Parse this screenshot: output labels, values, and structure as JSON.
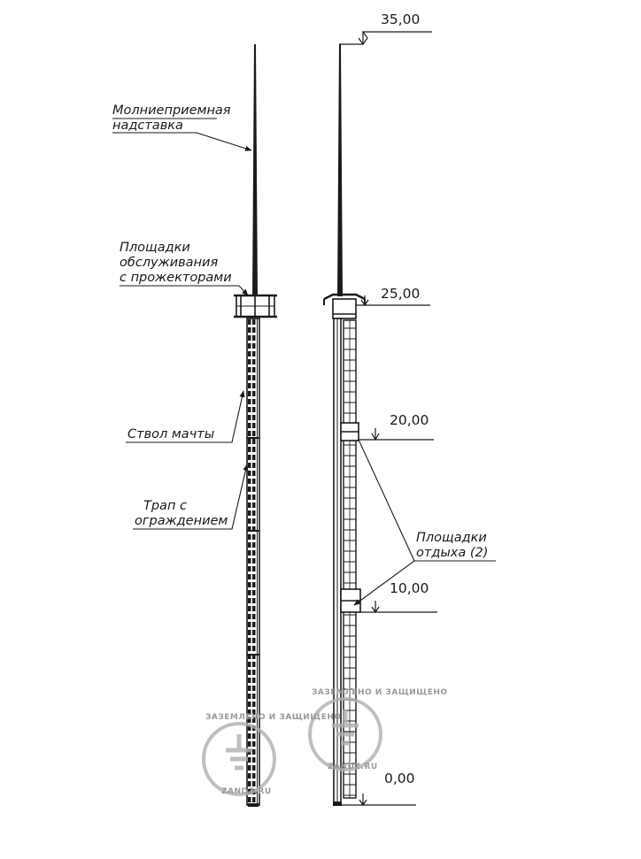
{
  "labels": {
    "lightning_rod": [
      "Молниеприемная",
      "надставка"
    ],
    "service_platforms": [
      "Площадки",
      "обслуживания",
      "с прожекторами"
    ],
    "mast_shaft": [
      "Ствол мачты"
    ],
    "ladder": [
      "Трап с",
      "ограждением"
    ],
    "rest_platforms": [
      "Площадки",
      "отдыха (2)"
    ]
  },
  "elevations": {
    "top": "35,00",
    "platform": "25,00",
    "level_20": "20,00",
    "level_10": "10,00",
    "ground": "0,00"
  },
  "watermarks": [
    {
      "arc_top": "ЗАЗЕМЛЕНО И ЗАЩИЩЕНО",
      "bottom": "ZANDZ.RU"
    },
    {
      "arc_top": "ЗАЗЕМЛЕНО И ЗАЩИЩЕНО",
      "bottom": "ZANDZ.RU"
    }
  ],
  "colors": {
    "line": "#1a1a1a",
    "watermark": "#9a9a9a"
  }
}
